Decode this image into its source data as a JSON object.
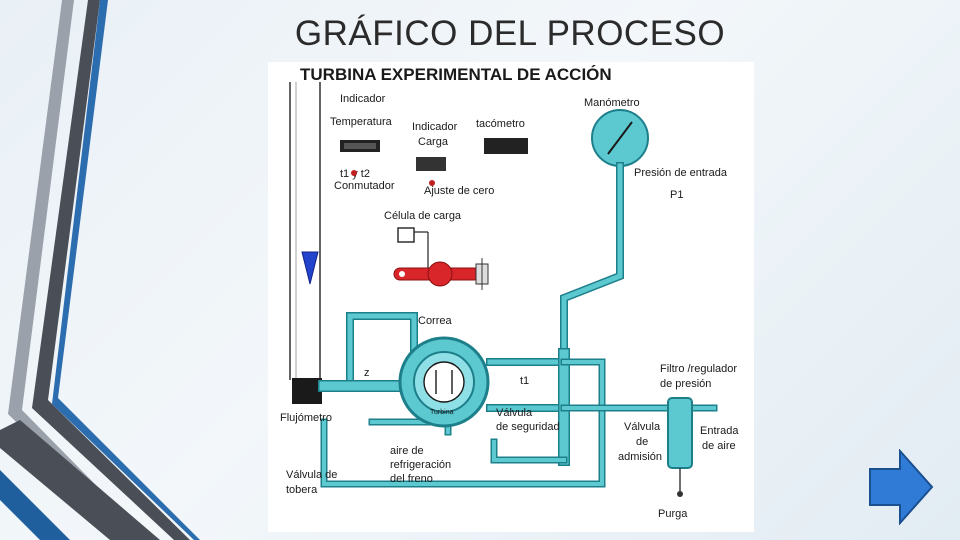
{
  "slide": {
    "title": "GRÁFICO DEL PROCESO"
  },
  "diagram": {
    "heading": "TURBINA EXPERIMENTAL DE ACCIÓN",
    "labels": {
      "indicador": "Indicador",
      "temperatura": "Temperatura",
      "indicador_carga_1": "Indicador",
      "indicador_carga_2": "Carga",
      "tacometro": "tacómetro",
      "manometro": "Manómetro",
      "t1_t2": "t1 y t2",
      "conmutador": "Conmutador",
      "ajuste_cero": "Ajuste de cero",
      "presion_entrada": "Presión de entrada",
      "p1": "P1",
      "celula_carga": "Célula de carga",
      "correa": "Correa",
      "z": "z",
      "t1": "t1",
      "filtro_1": "Filtro /regulador",
      "filtro_2": "de presión",
      "flujometro": "Flujómetro",
      "valvula_seg_1": "Válvula",
      "valvula_seg_2": "de seguridad",
      "valvula_adm_1": "Válvula",
      "valvula_adm_2": "de",
      "valvula_adm_3": "admisión",
      "entrada_aire_1": "Entrada",
      "entrada_aire_2": "de aire",
      "aire_refr_1": "aire de",
      "aire_refr_2": "refrigeración",
      "aire_refr_3": "del freno",
      "valvula_tobera_1": "Válvula de",
      "valvula_tobera_2": "tobera",
      "purga": "Purga",
      "turbina": "Turbina"
    }
  },
  "colors": {
    "pipe": "#5cc8d0",
    "pipe_stroke": "#1d7f8a",
    "brake": "#d8262a",
    "meter_fluid": "#2244cc",
    "nav_arrow": "#2f7bd6",
    "deco_dark": "#4a4f57",
    "deco_blue": "#1f5f9e"
  },
  "icons": [
    "right-arrow-icon"
  ]
}
